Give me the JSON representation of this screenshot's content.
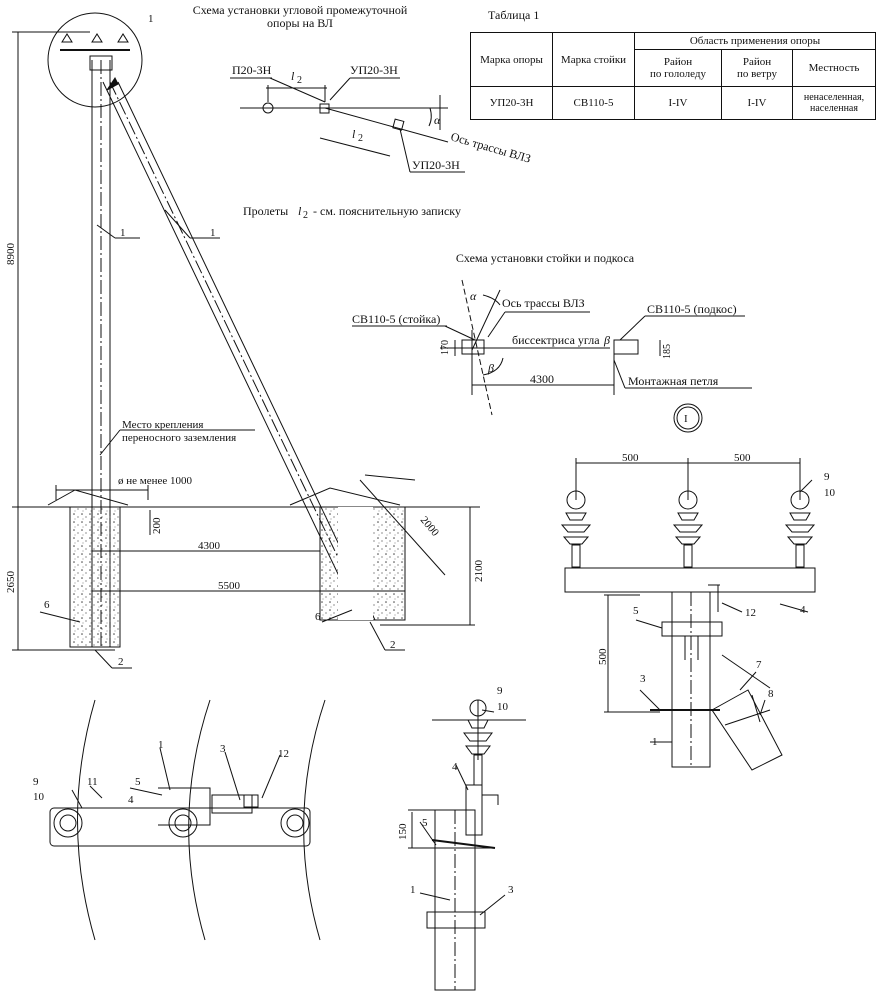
{
  "titles": {
    "intermediate_scheme_1": "Схема установки угловой промежуточной",
    "intermediate_scheme_2": "опоры на ВЛ",
    "stand_scheme": "Схема установки стойки и подкоса",
    "spans_note_pre": "Пролеты",
    "spans_note_l": "l",
    "spans_note_sub": "2",
    "spans_note_post": "- см. пояснительную записку",
    "table_title": "Таблица 1"
  },
  "table": {
    "h_support": "Марка опоры",
    "h_post": "Марка стойки",
    "h_area": "Область применения опоры",
    "h_ice_1": "Район",
    "h_ice_2": "по гололеду",
    "h_wind_1": "Район",
    "h_wind_2": "по ветру",
    "h_terrain": "Местность",
    "r_support": "УП20-3Н",
    "r_post": "СВ110-5",
    "r_ice": "I-IV",
    "r_wind": "I-IV",
    "r_terrain_1": "ненаселенная,",
    "r_terrain_2": "населенная"
  },
  "scheme1": {
    "p20": "П20-3Н",
    "up20_top": "УП20-3Н",
    "up20_bottom": "УП20-3Н",
    "l2_a": "l",
    "l2_b": "l",
    "sub": "2",
    "alpha": "α",
    "axis": "Ось трассы ВЛЗ"
  },
  "scheme2": {
    "alpha": "α",
    "beta1": "β",
    "beta2": "β",
    "axis": "Ось трассы ВЛЗ",
    "post": "СВ110-5 (стойка)",
    "strut": "СВ110-5 (подкос)",
    "bisector": "биссектриса угла",
    "d170": "170",
    "d185": "185",
    "d4300": "4300",
    "loop": "Монтажная петля"
  },
  "main": {
    "d8900": "8900",
    "d2650": "2650",
    "d200": "200",
    "d4300": "4300",
    "d5500": "5500",
    "d2100": "2100",
    "d2000": "2000",
    "diam": "ø не менее 1000",
    "ground_place_1": "Место крепления",
    "ground_place_2": "переносного заземления",
    "n1a": "1",
    "n1b": "1",
    "n1c": "1",
    "n2a": "2",
    "n2b": "2",
    "n6a": "6",
    "n6b": "6"
  },
  "detail": {
    "roman": "I",
    "d500a": "500",
    "d500b": "500",
    "d500c": "500",
    "n9": "9",
    "n10": "10",
    "n4": "4",
    "n5": "5",
    "n12": "12",
    "n3": "3",
    "n7": "7",
    "n8": "8",
    "n1": "1"
  },
  "plan": {
    "n9": "9",
    "n10": "10",
    "n11": "11",
    "n5": "5",
    "n1": "1",
    "n3": "3",
    "n12": "12",
    "n4": "4"
  },
  "side": {
    "n9": "9",
    "n10": "10",
    "n4": "4",
    "n5": "5",
    "n1": "1",
    "n3": "3",
    "d150": "150"
  }
}
